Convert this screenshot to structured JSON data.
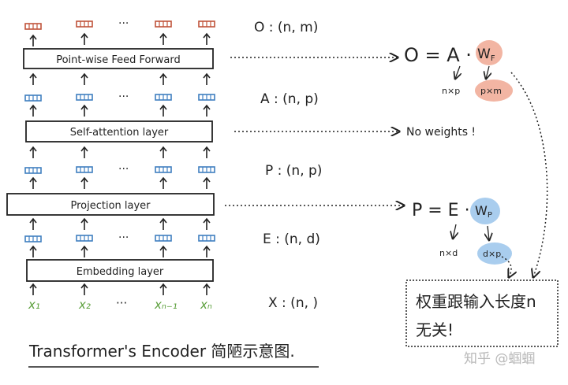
{
  "layers": {
    "ffn": "Point-wise Feed Forward",
    "attn": "Self-attention layer",
    "proj": "Projection layer",
    "embed": "Embedding layer"
  },
  "inputs": {
    "x1": "x₁",
    "x2": "x₂",
    "dots": "···",
    "xn1": "xₙ₋₁",
    "xn": "xₙ"
  },
  "dots": "···",
  "shapes": {
    "o": "O : (n, m)",
    "a": "A : (n, p)",
    "p": "P : (n, p)",
    "e": "E : (n, d)",
    "x": "X : (n, )"
  },
  "eq_o": {
    "lhs": "O = A ·",
    "w": "W",
    "w_sub": "F",
    "dim_a": "n×p",
    "dim_w": "p×m"
  },
  "eq_attn": "No weights !",
  "eq_p": {
    "lhs": "P = E ·",
    "w": "W",
    "w_sub": "P",
    "dim_e": "n×d",
    "dim_w": "d×p"
  },
  "note": {
    "line1": "权重跟输入长度n",
    "line2": "无关!"
  },
  "footer": "Transformer's Encoder 简陋示意图.",
  "watermark": "知乎 @蝈蝈",
  "colors": {
    "red": "#c0533a",
    "blue": "#3f7fc0",
    "green": "#5a9e3a",
    "peach": "#f2b5a3",
    "sky": "#a9cdee"
  }
}
